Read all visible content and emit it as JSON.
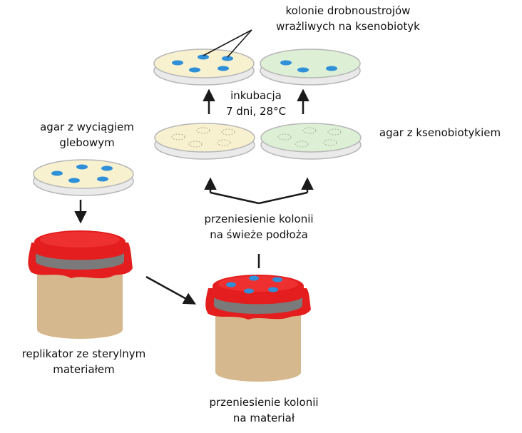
{
  "labels": {
    "sensitive_colonies": [
      "kolonie drobnoustrojów",
      "wrażliwych na ksenobiotyk"
    ],
    "incubation": [
      "inkubacja",
      "7 dni, 28°C"
    ],
    "soil_agar": [
      "agar z wyciągiem",
      "glebowym"
    ],
    "xeno_agar": "agar z ksenobiotykiem",
    "transfer_fresh": [
      "przeniesienie kolonii",
      "na świeże podłoża"
    ],
    "replicator": [
      "replikator ze sterylnym",
      "materiałem"
    ],
    "transfer_material": [
      "przeniesienie kolonii",
      "na materiał"
    ]
  },
  "colors": {
    "agar_cream": "#f7f1d0",
    "agar_green": "#ddf0d6",
    "colony_blue": "#2f8fd8",
    "cloth_red": "#e41e1e",
    "band_gray": "#7a7a7a",
    "cylinder_tan": "#d5b88d",
    "arrow": "#1a1a1a"
  },
  "icons": [
    "petri-dish-icon",
    "replicator-icon",
    "arrow-icon"
  ]
}
